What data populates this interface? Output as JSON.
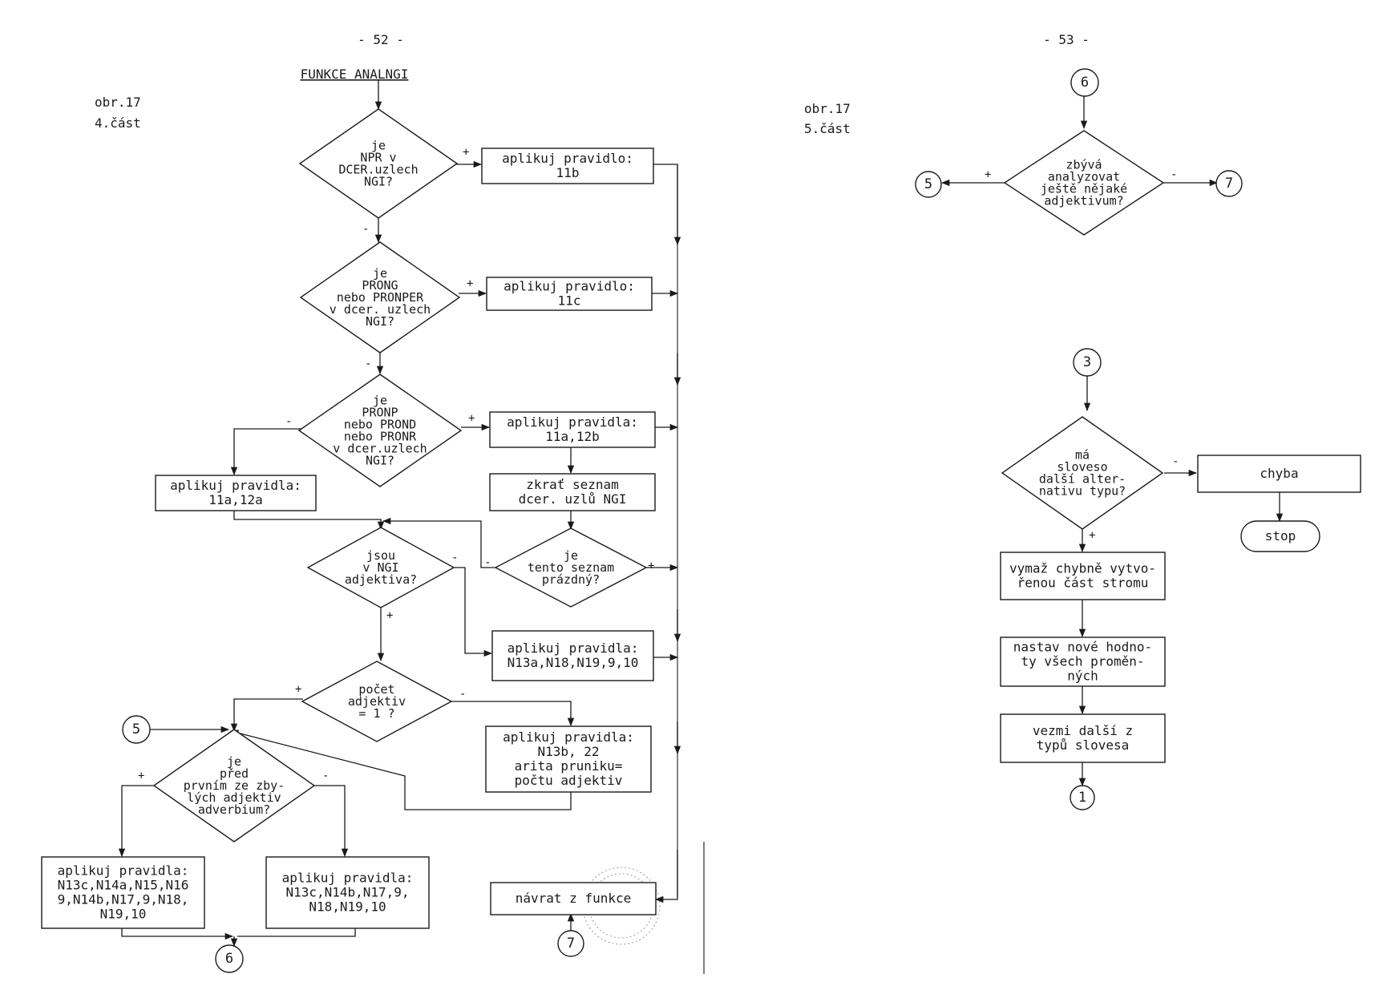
{
  "left_page": {
    "page_number": "- 52 -",
    "figure_label": "obr.17",
    "part_label": "4.část",
    "title": "FUNKCE ANALNGI"
  },
  "right_page": {
    "page_number": "- 53 -",
    "figure_label": "obr.17",
    "part_label": "5.část"
  },
  "nodes": {
    "d1": {
      "type": "decision",
      "lines": [
        "je",
        "NPR v",
        "DCER.uzlech",
        "NGI?"
      ]
    },
    "b11b": {
      "type": "process",
      "lines": [
        "aplikuj pravidlo:",
        "11b"
      ]
    },
    "d2": {
      "type": "decision",
      "lines": [
        "je",
        "PRONG",
        "nebo PRONPER",
        "v dcer. uzlech",
        "NGI?"
      ]
    },
    "b11c": {
      "type": "process",
      "lines": [
        "aplikuj pravidlo:",
        "11c"
      ]
    },
    "d3": {
      "type": "decision",
      "lines": [
        "je",
        "PRONP",
        "nebo PROND",
        "nebo PRONR",
        "v dcer.uzlech",
        "NGI?"
      ]
    },
    "b11a12a": {
      "type": "process",
      "lines": [
        "aplikuj pravidla:",
        "11a,12a"
      ]
    },
    "b11a12b": {
      "type": "process",
      "lines": [
        "aplikuj pravidla:",
        "11a,12b"
      ]
    },
    "bzkrat": {
      "type": "process",
      "lines": [
        "zkrať seznam",
        "dcer. uzlů NGI"
      ]
    },
    "dseznam": {
      "type": "decision",
      "lines": [
        "je",
        "tento seznam",
        "prázdný?"
      ]
    },
    "dadj": {
      "type": "decision",
      "lines": [
        "jsou",
        "v NGI",
        "adjektiva?"
      ]
    },
    "bN13a": {
      "type": "process",
      "lines": [
        "aplikuj pravidla:",
        "N13a,N18,N19,9,10"
      ]
    },
    "dpocet": {
      "type": "decision",
      "lines": [
        "počet",
        "adjektiv",
        "= 1 ?"
      ]
    },
    "bN13b": {
      "type": "process",
      "lines": [
        "aplikuj pravidla:",
        "N13b, 22",
        "arita pruniku=",
        "počtu adjektiv"
      ]
    },
    "dadv": {
      "type": "decision",
      "lines": [
        "je",
        "před",
        "prvním ze zby-",
        "lých adjektiv",
        "adverbium?"
      ]
    },
    "bN13c_a": {
      "type": "process",
      "lines": [
        "aplikuj pravidla:",
        "N13c,N14a,N15,N16",
        "9,N14b,N17,9,N18,",
        "N19,10"
      ]
    },
    "bN13c_b": {
      "type": "process",
      "lines": [
        "aplikuj pravidla:",
        "N13c,N14b,N17,9,",
        "N18,N19,10"
      ]
    },
    "bnavrat": {
      "type": "process",
      "lines": [
        "návrat z funkce"
      ]
    },
    "dzbyva": {
      "type": "decision",
      "lines": [
        "zbývá",
        "analyzovat",
        "ještě nějaké",
        "adjektivum?"
      ]
    },
    "dsloveso": {
      "type": "decision",
      "lines": [
        "má",
        "sloveso",
        "další alter-",
        "nativu typu?"
      ]
    },
    "bchyba": {
      "type": "process",
      "lines": [
        "chyba"
      ]
    },
    "tstop": {
      "type": "terminal",
      "lines": [
        "stop"
      ]
    },
    "bvymaz": {
      "type": "process",
      "lines": [
        "vymaž chybně vytvo-",
        "řenou část stromu"
      ]
    },
    "bnastav": {
      "type": "process",
      "lines": [
        "nastav nové hodno-",
        "ty všech proměn-",
        "ných"
      ]
    },
    "bvezmi": {
      "type": "process",
      "lines": [
        "vezmi další z",
        "typů slovesa"
      ]
    },
    "c5a": {
      "type": "connector",
      "lines": [
        "5"
      ]
    },
    "c6a": {
      "type": "connector",
      "lines": [
        "6"
      ]
    },
    "c7a": {
      "type": "connector",
      "lines": [
        "7"
      ]
    },
    "c6b": {
      "type": "connector",
      "lines": [
        "6"
      ]
    },
    "c5b": {
      "type": "connector",
      "lines": [
        "5"
      ]
    },
    "c7b": {
      "type": "connector",
      "lines": [
        "7"
      ]
    },
    "c3": {
      "type": "connector",
      "lines": [
        "3"
      ]
    },
    "c1": {
      "type": "connector",
      "lines": [
        "1"
      ]
    }
  },
  "edge_labels": {
    "plus": "+",
    "minus": "-"
  }
}
